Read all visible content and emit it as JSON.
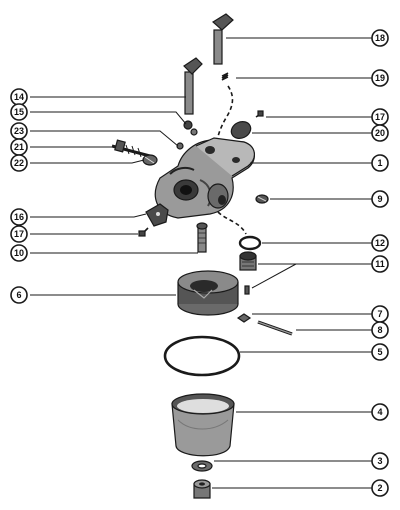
{
  "callouts": [
    {
      "id": "c18",
      "label": "18"
    },
    {
      "id": "c19",
      "label": "19"
    },
    {
      "id": "c14",
      "label": "14"
    },
    {
      "id": "c15",
      "label": "15"
    },
    {
      "id": "c17a",
      "label": "17"
    },
    {
      "id": "c23",
      "label": "23"
    },
    {
      "id": "c20",
      "label": "20"
    },
    {
      "id": "c21",
      "label": "21"
    },
    {
      "id": "c22",
      "label": "22"
    },
    {
      "id": "c1",
      "label": "1"
    },
    {
      "id": "c9",
      "label": "9"
    },
    {
      "id": "c16",
      "label": "16"
    },
    {
      "id": "c17b",
      "label": "17"
    },
    {
      "id": "c12",
      "label": "12"
    },
    {
      "id": "c10",
      "label": "10"
    },
    {
      "id": "c11",
      "label": "11"
    },
    {
      "id": "c6",
      "label": "6"
    },
    {
      "id": "c7",
      "label": "7"
    },
    {
      "id": "c8",
      "label": "8"
    },
    {
      "id": "c5",
      "label": "5"
    },
    {
      "id": "c4",
      "label": "4"
    },
    {
      "id": "c3",
      "label": "3"
    },
    {
      "id": "c2",
      "label": "2"
    }
  ],
  "colors": {
    "ink": "#1a1a1a",
    "paper": "#ffffff",
    "shade": "#7a7a7a"
  }
}
